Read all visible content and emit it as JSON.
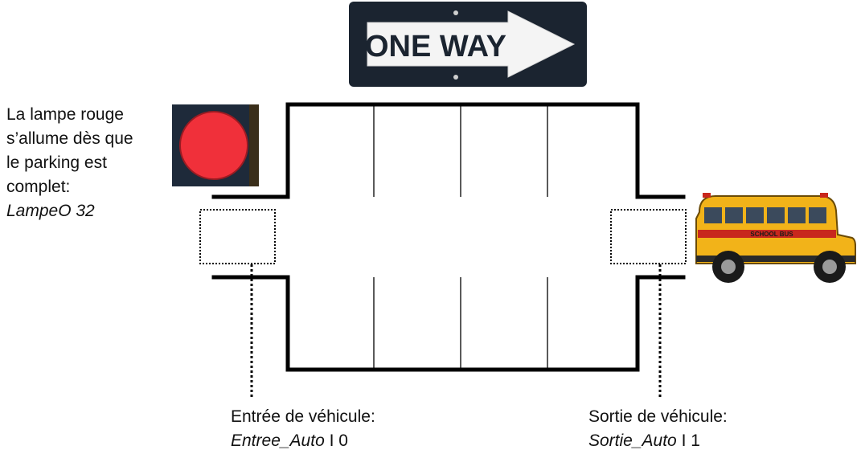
{
  "sign": {
    "text": "ONE WAY",
    "icon": "one-way-sign-icon"
  },
  "lamp": {
    "icon": "red-lamp-icon",
    "lines": [
      "La lampe rouge",
      "s’allume dès que",
      "le parking est",
      "complet:"
    ],
    "variable": "LampeO 32"
  },
  "entree": {
    "label": "Entrée de véhicule:",
    "variable": "Entree_Auto",
    "address": " I 0"
  },
  "sortie": {
    "label": "Sortie de véhicule:",
    "variable": "Sortie_Auto",
    "address": " I 1"
  },
  "bus": {
    "text": "SCHOOL BUS",
    "icon": "school-bus-icon"
  },
  "colors": {
    "lamp_red": "#f0303a",
    "lamp_bg": "#1e2a3a",
    "sign_bg": "#1b2430",
    "bus_yellow": "#f2b319",
    "bus_red": "#c8271d"
  }
}
